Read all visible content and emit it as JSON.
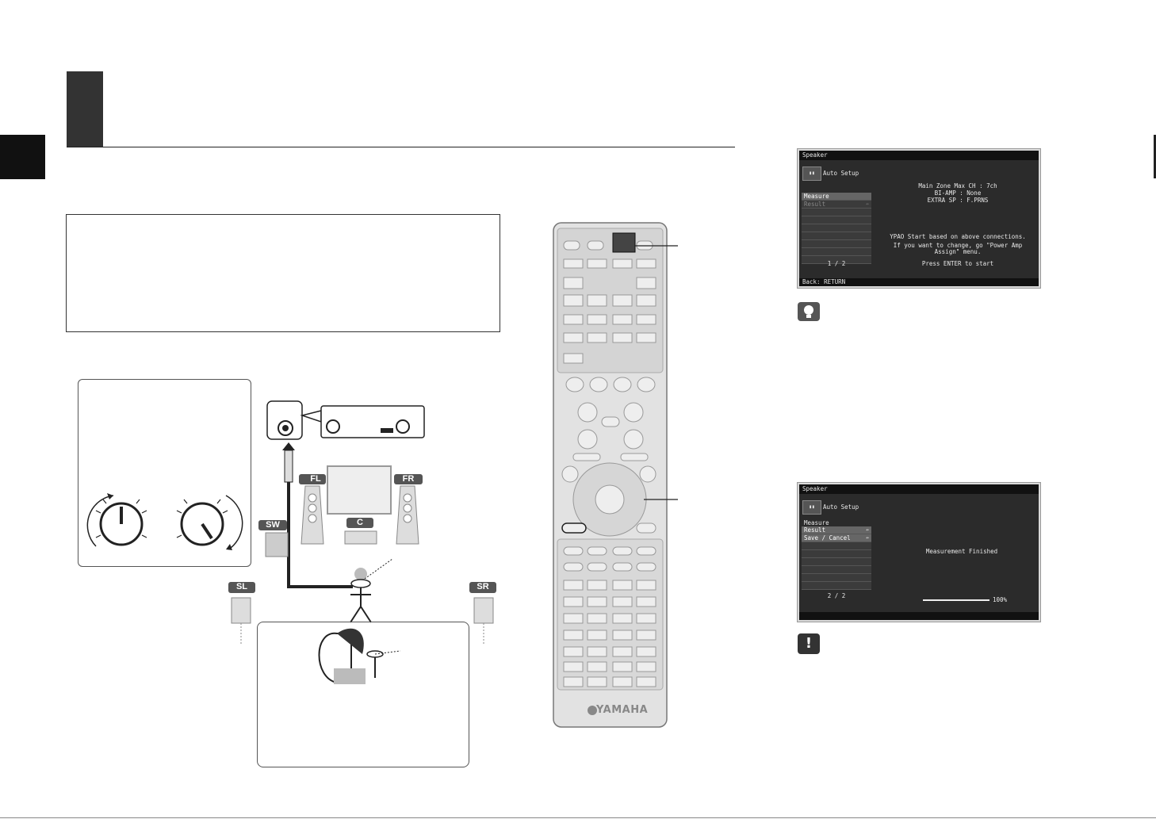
{
  "osd_screen_1": {
    "header": "Speaker",
    "icon_label": "Auto Setup",
    "menu": [
      {
        "label": "Measure",
        "state": "selected"
      },
      {
        "label": "Result",
        "state": "dim"
      }
    ],
    "pager": "1 / 2",
    "info_line_1": "Main Zone Max CH : 7ch",
    "info_line_2": "BI-AMP : None",
    "info_line_3": "EXTRA SP : F.PRNS",
    "message_1": "YPAO Start based on above connections.",
    "message_2": "If you want to change, go \"Power Amp",
    "message_3": "Assign\" menu.",
    "prompt": "Press ENTER to start",
    "footer": "Back: RETURN"
  },
  "osd_screen_2": {
    "header": "Speaker",
    "icon_label": "Auto Setup",
    "menu": [
      {
        "label": "Measure",
        "state": "normal"
      },
      {
        "label": "Result",
        "state": "selected"
      },
      {
        "label": "Save / Cancel",
        "state": "selected"
      }
    ],
    "pager": "2 / 2",
    "status": "Measurement Finished",
    "progress_percent": 100,
    "progress_label": "100%"
  },
  "speaker_labels": {
    "front_left": "FL",
    "front_right": "FR",
    "center": "C",
    "subwoofer": "SW",
    "surround_left": "SL",
    "surround_right": "SR"
  },
  "remote": {
    "brand": "YAMAHA"
  },
  "icons": {
    "tip": "lightbulb-icon",
    "warning": "exclamation-icon"
  }
}
